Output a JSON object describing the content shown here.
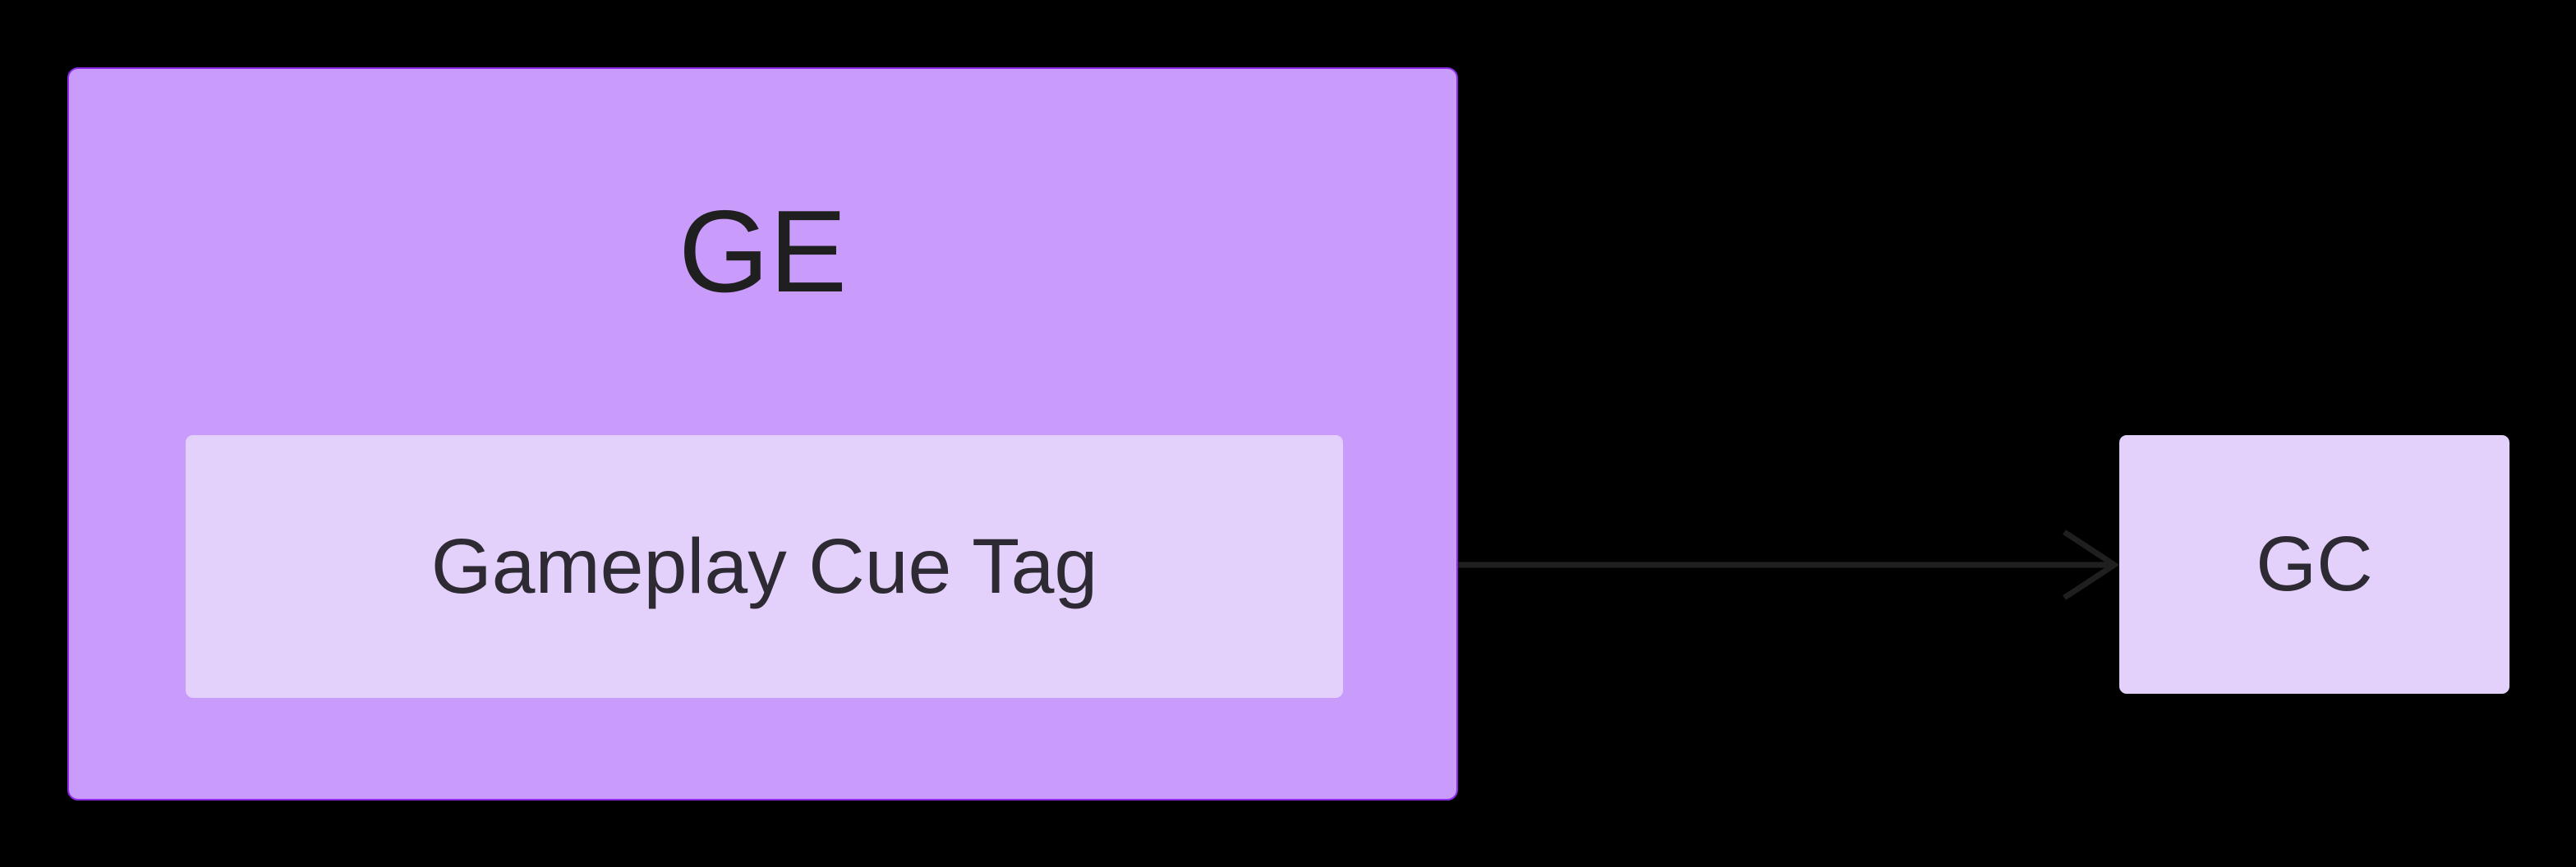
{
  "diagram": {
    "type": "flowchart",
    "direction": "left-to-right",
    "background_color": "#000000",
    "nodes": [
      {
        "id": "GE",
        "role": "cluster",
        "label": "GE",
        "fill": "#c99bfb",
        "stroke": "#8b2be8",
        "text_color": "#1f1f1f",
        "shape": "rounded-rectangle",
        "children": [
          "GameplayCueTag"
        ]
      },
      {
        "id": "GameplayCueTag",
        "role": "leaf",
        "label": "Gameplay Cue Tag",
        "fill": "#e3d1fb",
        "stroke": "none",
        "text_color": "#2e2a33",
        "shape": "rounded-rectangle",
        "parent": "GE"
      },
      {
        "id": "GC",
        "role": "leaf",
        "label": "GC",
        "fill": "#e3d1fb",
        "stroke": "none",
        "text_color": "#2e2a33",
        "shape": "rounded-rectangle"
      }
    ],
    "edges": [
      {
        "id": "edge-cue-tag-to-gc",
        "from": "GameplayCueTag",
        "to": "GC",
        "label": "",
        "style": "solid",
        "arrowhead": "open-chevron",
        "color": "#1f1f1f"
      }
    ]
  },
  "cluster": {
    "title": "GE",
    "inner": {
      "label": "Gameplay Cue Tag"
    }
  },
  "target_node": {
    "label": "GC"
  },
  "colors": {
    "background": "#000000",
    "cluster_fill": "#c99bfb",
    "cluster_border": "#8b2be8",
    "node_fill": "#e3d1fb",
    "cluster_text": "#1f1f1f",
    "node_text": "#2e2a33",
    "edge": "#1f1f1f"
  }
}
